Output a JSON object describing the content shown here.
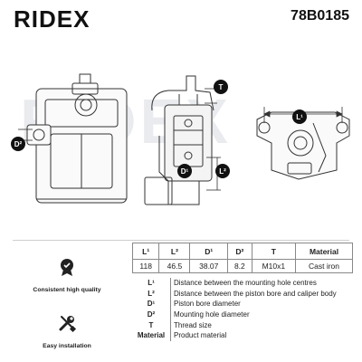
{
  "brand": {
    "logo": "RIDEX",
    "part_number": "78B0185"
  },
  "watermark": "RIDEX",
  "diagram_labels": {
    "d2": "D²",
    "t": "T",
    "d1": "D¹",
    "l2": "L²",
    "l1": "L¹"
  },
  "features": [
    {
      "icon": "medal-icon",
      "label": "Consistent high quality"
    },
    {
      "icon": "wrench-screwdriver-icon",
      "label": "Easy installation"
    }
  ],
  "spec_table": {
    "headers": [
      "L¹",
      "L²",
      "D¹",
      "D²",
      "T",
      "Material"
    ],
    "values": [
      "118",
      "46.5",
      "38.07",
      "8.2",
      "M10x1",
      "Cast iron"
    ]
  },
  "legend": [
    {
      "key": "L¹",
      "desc": "Distance between the mounting hole centres"
    },
    {
      "key": "L²",
      "desc": "Distance between the piston bore and caliper body"
    },
    {
      "key": "D¹",
      "desc": "Piston bore diameter"
    },
    {
      "key": "D²",
      "desc": "Mounting hole diameter"
    },
    {
      "key": "T",
      "desc": "Thread size"
    },
    {
      "key": "Material",
      "desc": "Product material"
    }
  ]
}
